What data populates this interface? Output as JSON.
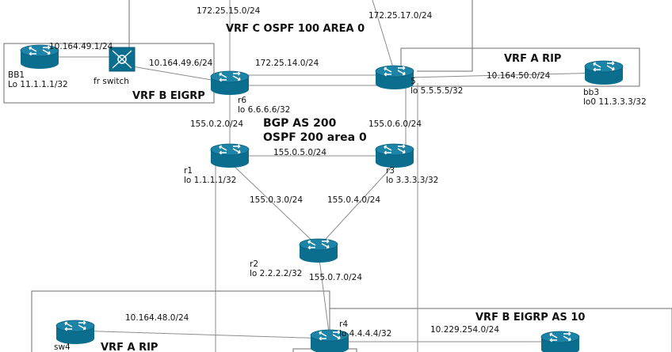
{
  "areas": {
    "vrf_c_ospf": "VRF C OSPF 100 AREA 0",
    "vrf_a_rip_top": "VRF A RIP",
    "vrf_b_eigrp_top": "VRF B EIGRP",
    "bgp_as": "BGP AS 200",
    "ospf_area": "OSPF 200 area 0",
    "vrf_b_eigrp_bottom": "VRF B EIGRP AS 10",
    "vrf_a_rip_bottom": "VRF A RIP"
  },
  "devices": {
    "bb1": {
      "name": "BB1",
      "loopback": "Lo 11.1.1.1/32"
    },
    "fr_switch": {
      "name": "fr switch"
    },
    "r6": {
      "name": "r6",
      "loopback": "lo 6.6.6.6/32"
    },
    "r5": {
      "name": "5",
      "loopback": "lo 5.5.5.5/32"
    },
    "bb3": {
      "name": "bb3",
      "loopback": "lo0 11.3.3.3/32"
    },
    "r1": {
      "name": "r1",
      "loopback": "lo 1.1.1.1/32"
    },
    "r3": {
      "name": "r3",
      "loopback": "lo 3.3.3.3/32"
    },
    "r2": {
      "name": "r2",
      "loopback": "lo 2.2.2.2/32"
    },
    "r4": {
      "name": "r4",
      "loopback": "lo 4.4.4.4/32"
    },
    "sw4": {
      "name": "sw4"
    }
  },
  "subnets": {
    "s172_25_15": "172.25.15.0/24",
    "s172_25_17": "172.25.17.0/24",
    "s10_164_49_1": "10.164.49.1/24",
    "s10_164_49_6": "10.164.49.6/24",
    "s172_25_14": "172.25.14.0/24",
    "s10_164_50": "10.164.50.0/24",
    "s155_0_2": "155.0.2.0/24",
    "s155_0_6": "155.0.6.0/24",
    "s155_0_5": "155.0.5.0/24",
    "s155_0_3": "155.0.3.0/24",
    "s155_0_4": "155.0.4.0/24",
    "s155_0_7": "155.0.7.0/24",
    "s10_164_48": "10.164.48.0/24",
    "s10_229_254": "10.229.254.0/24"
  },
  "colors": {
    "router_body": "#0b6e8f",
    "router_top": "#1c84a6",
    "link": "#8c8c8c",
    "box": "#6e6e6e"
  }
}
